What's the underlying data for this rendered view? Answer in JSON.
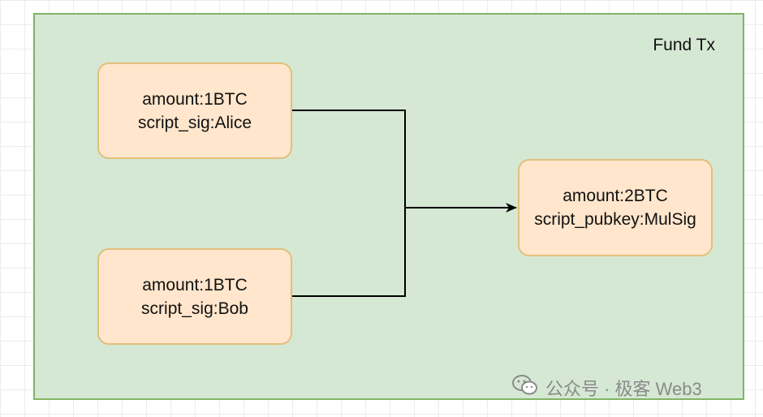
{
  "diagram": {
    "container": {
      "title": "Fund Tx",
      "fill": "#d5e8d4",
      "stroke": "#82b366"
    },
    "nodes": [
      {
        "id": "alice-input",
        "line1": "amount:1BTC",
        "line2": "script_sig:Alice"
      },
      {
        "id": "bob-input",
        "line1": "amount:1BTC",
        "line2": "script_sig:Bob"
      },
      {
        "id": "multisig-output",
        "line1": "amount:2BTC",
        "line2": "script_pubkey:MulSig"
      }
    ],
    "node_style": {
      "fill": "#ffe6cc",
      "stroke": "#e3bf7a"
    },
    "edges": [
      {
        "from": "alice-input",
        "to": "multisig-output"
      },
      {
        "from": "bob-input",
        "to": "multisig-output"
      }
    ]
  },
  "watermark": {
    "icon": "wechat-icon",
    "text": "公众号 · 极客 Web3"
  }
}
